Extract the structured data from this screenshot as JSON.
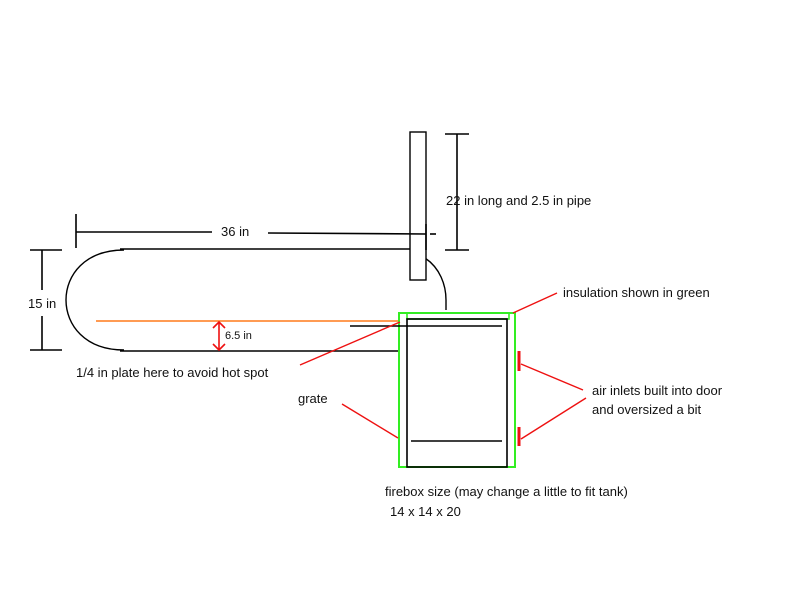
{
  "labels": {
    "length": "36 in",
    "diameter": "15 in",
    "pipe": "22 in long and 2.5 in pipe",
    "insulation": "insulation shown in green",
    "baffle_height": "6.5 in",
    "plate": "1/4 in plate here to avoid hot spot",
    "air_inlets_line1": "air inlets built into door",
    "air_inlets_line2": "and oversized a bit",
    "grate": "grate",
    "firebox_line1": "firebox size (may change a little to fit tank)",
    "firebox_line2": "14 x 14 x 20"
  },
  "colors": {
    "ink": "#000000",
    "insulation": "#33ee22",
    "annotation": "#ee1111",
    "plate": "#ff7a1a"
  }
}
